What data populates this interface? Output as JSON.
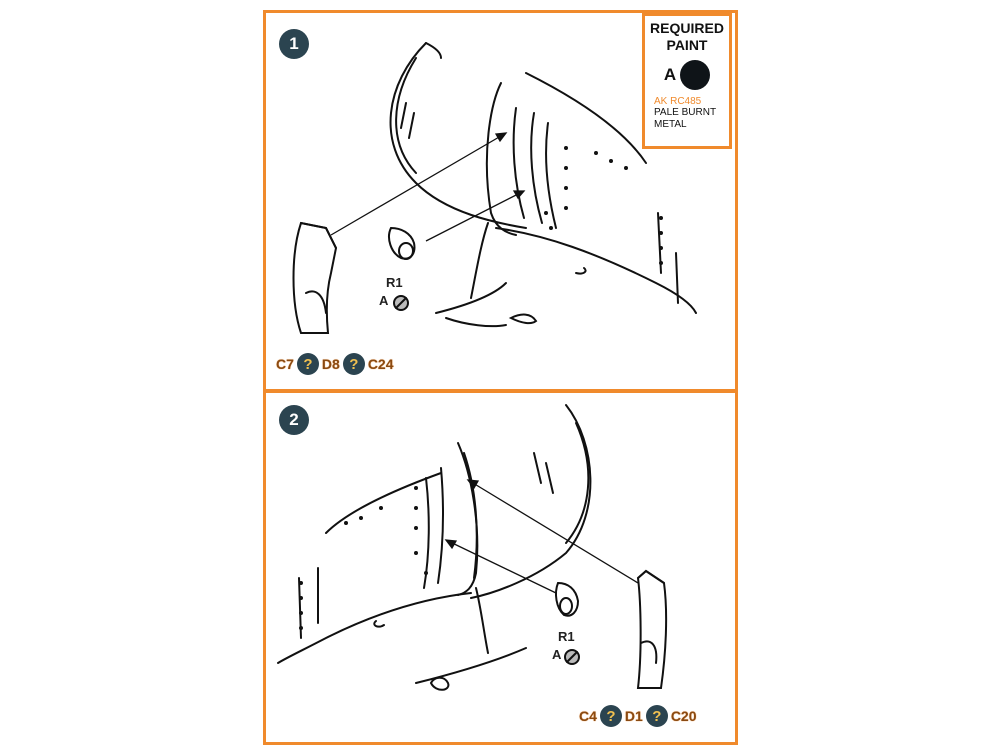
{
  "steps": [
    {
      "number": "1",
      "parts": [
        {
          "code": "C7",
          "sep": "?"
        },
        {
          "code": "D8",
          "sep": "?"
        },
        {
          "code": "C24",
          "sep": ""
        }
      ],
      "resin_part": "R1",
      "paint_letter": "A"
    },
    {
      "number": "2",
      "parts": [
        {
          "code": "C4",
          "sep": "?"
        },
        {
          "code": "D1",
          "sep": "?"
        },
        {
          "code": "C20",
          "sep": ""
        }
      ],
      "resin_part": "R1",
      "paint_letter": "A"
    }
  ],
  "required_paint": {
    "title_line1": "REQUIRED",
    "title_line2": "PAINT",
    "letter": "A",
    "reference": "AK RC485",
    "name_line1": "PALE BURNT",
    "name_line2": "METAL",
    "swatch_color": "#0f1418"
  },
  "colors": {
    "frame": "#f08a2c",
    "badge": "#2b4450"
  }
}
